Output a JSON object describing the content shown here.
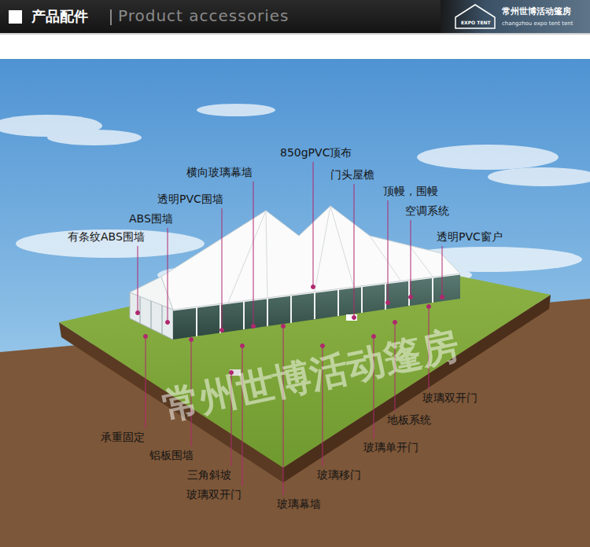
{
  "diagram": {
    "title": "产品配件",
    "labels": [
      "Product accessories",
      "常州世博活动篷房",
      "changzhou expo tent tent",
      "EXPO TENT",
      "850gPVC顶布",
      "横向玻璃幕墙",
      "门头屋檐",
      "透明PVC围墙",
      "顶幔，围幔",
      "空调系统",
      "ABS围墙",
      "透明PVC窗户",
      "有条纹ABS围墙",
      "玻璃双开门",
      "地板系统",
      "玻璃单开门",
      "玻璃移门",
      "玻璃幕墙",
      "承重固定",
      "铝板围墙",
      "三角斜坡",
      "玻璃双开门",
      "常州世博活动篷房"
    ]
  }
}
